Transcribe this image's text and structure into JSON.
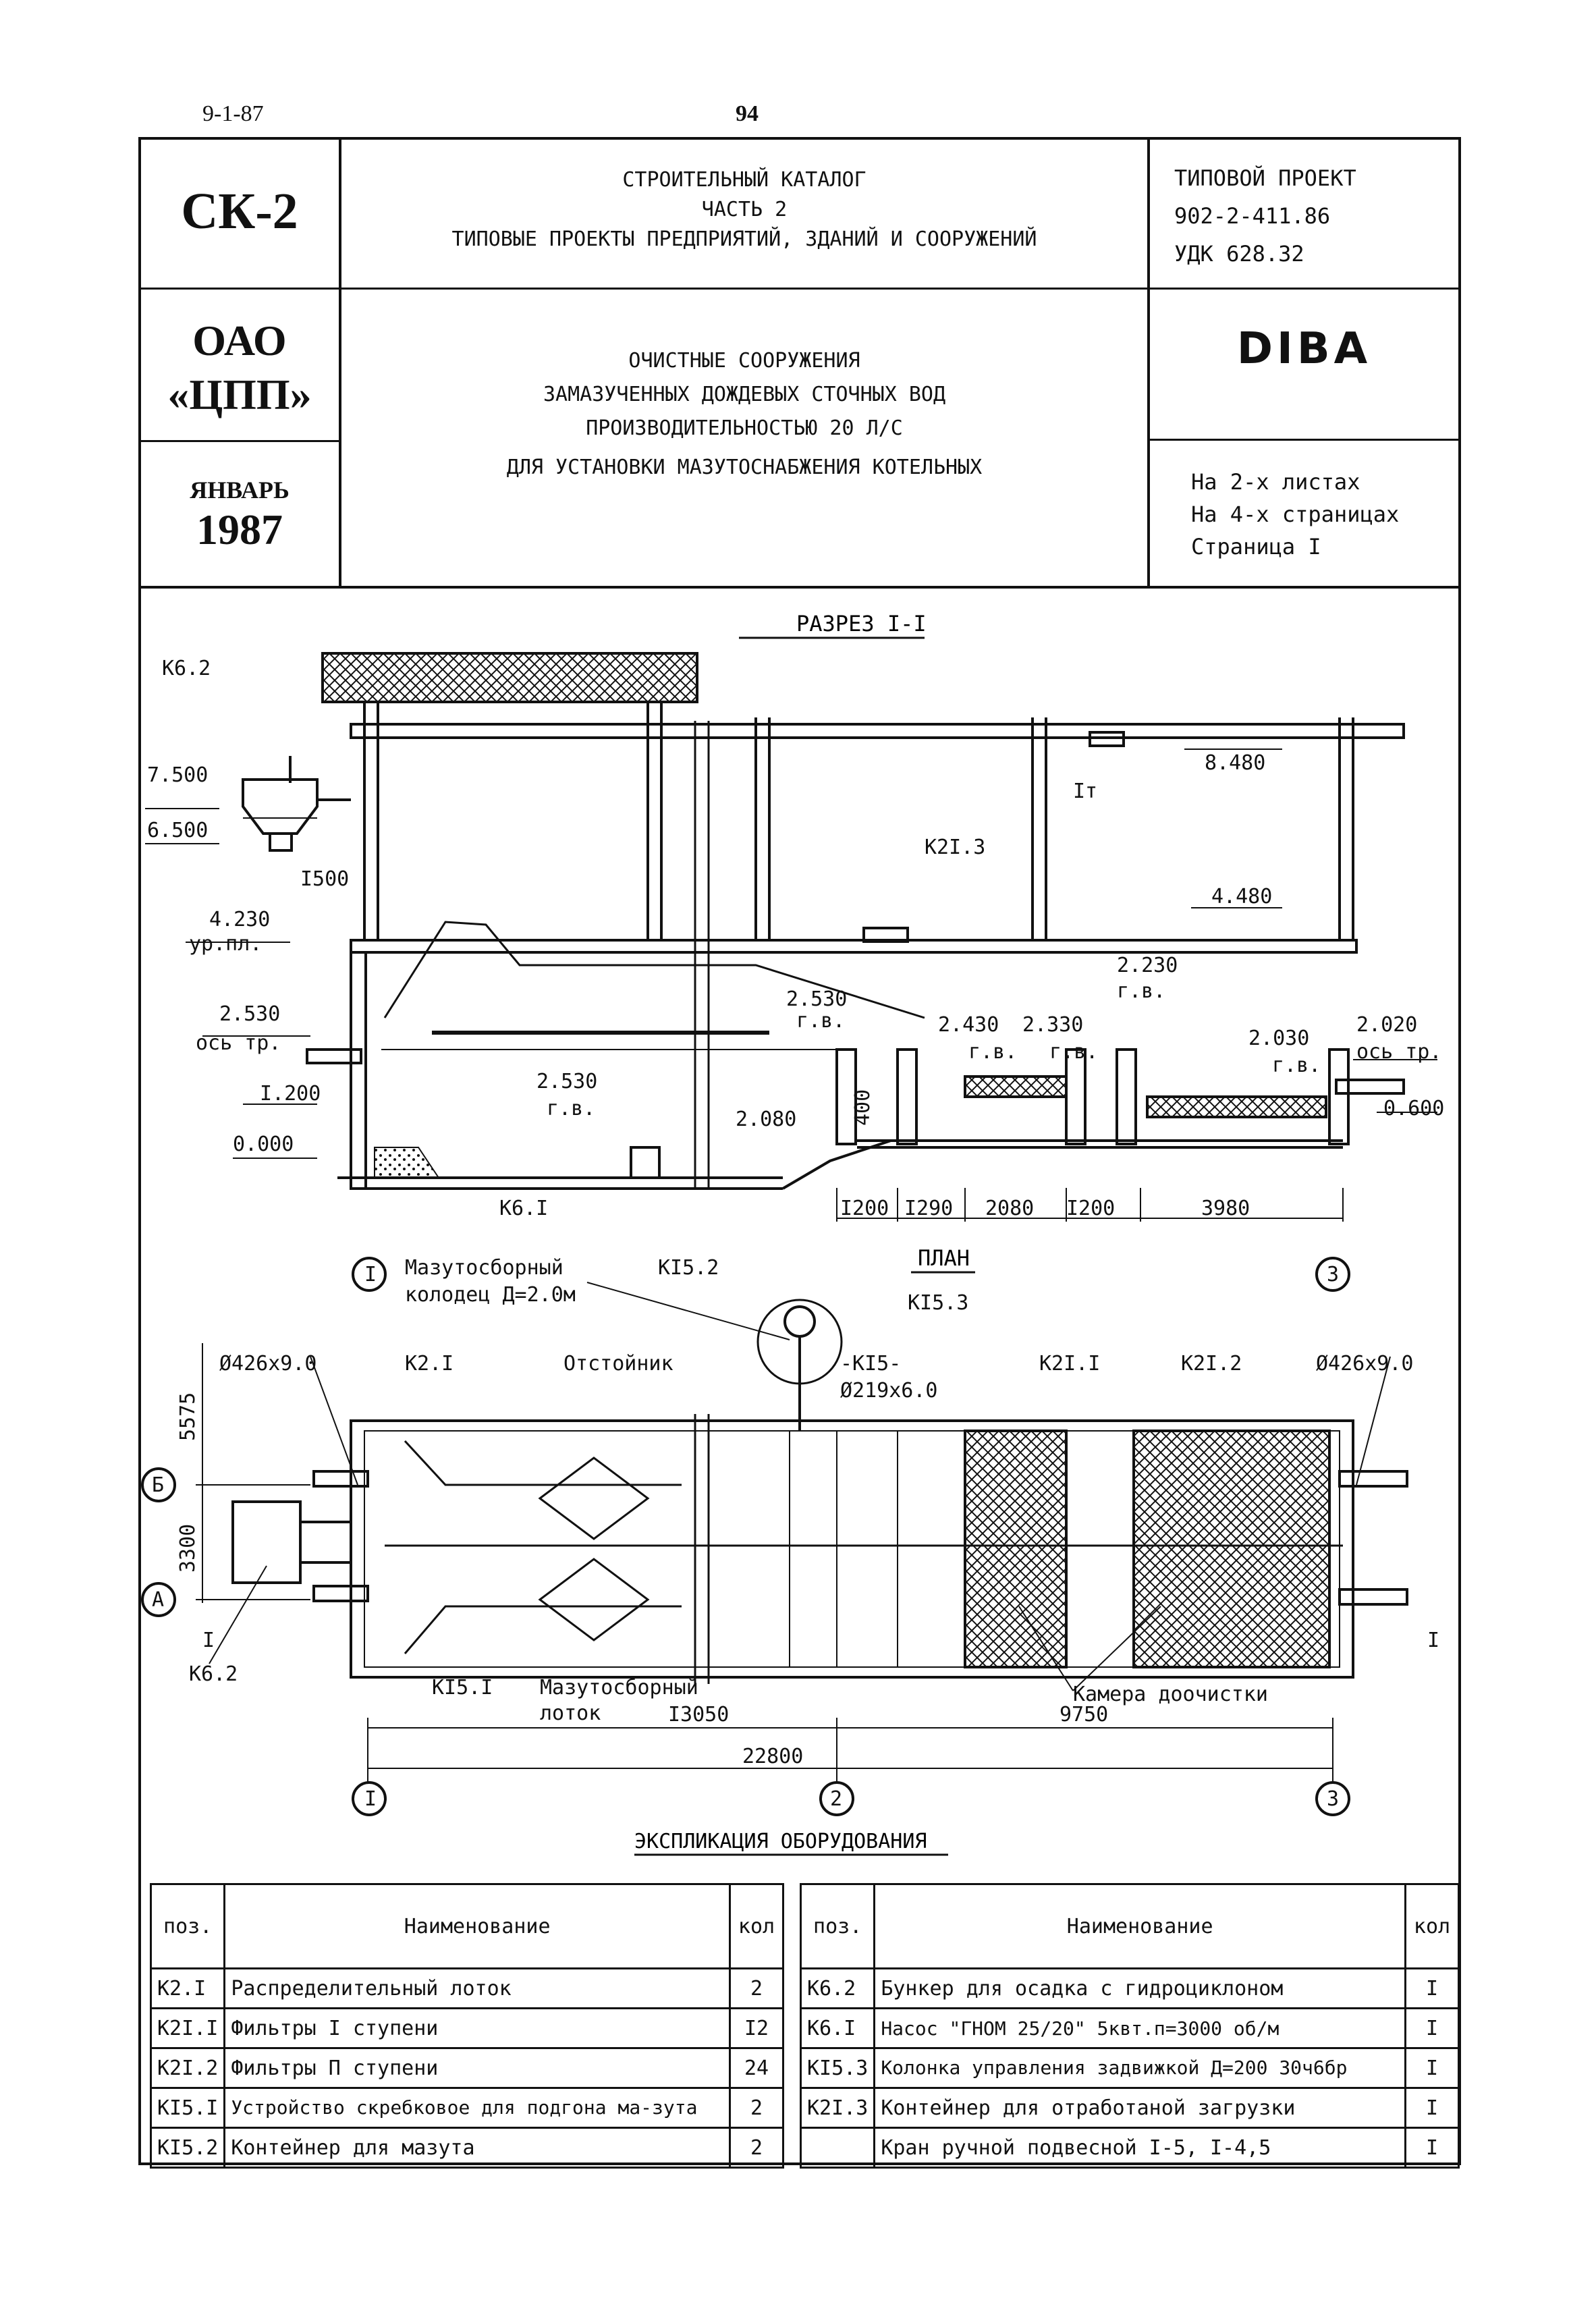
{
  "top": {
    "code": "9-1-87",
    "page": "94"
  },
  "header": {
    "series": "СК-2",
    "catalog_lines": [
      "СТРОИТЕЛЬНЫЙ КАТАЛОГ",
      "ЧАСТЬ 2",
      "ТИПОВЫЕ ПРОЕКТЫ ПРЕДПРИЯТИЙ, ЗДАНИЙ И СООРУЖЕНИЙ"
    ],
    "project_label": "ТИПОВОЙ ПРОЕКТ",
    "project_number": "902-2-411.86",
    "udk": "УДК 628.32",
    "org_line1": "ОАО",
    "org_line2": "«ЦПП»",
    "title_lines": [
      "ОЧИСТНЫЕ СООРУЖЕНИЯ",
      "ЗАМАЗУЧЕННЫХ ДОЖДЕВЫХ СТОЧНЫХ ВОД",
      "ПРОИЗВОДИТЕЛЬНОСТЬЮ 20 Л/С",
      "ДЛЯ УСТАНОВКИ МАЗУТОСНАБЖЕНИЯ КОТЕЛЬНЫХ"
    ],
    "code_stamp": "DIBA",
    "month": "ЯНВАРЬ",
    "year": "1987",
    "sheets_lines": [
      "На 2-х листах",
      "На 4-х страницах",
      "Страница I"
    ]
  },
  "section": {
    "title": "РАЗРЕЗ I-I",
    "labels": {
      "k62": "К6.2",
      "e7500": "7.500",
      "e6500": "6.500",
      "d1500": "I500",
      "e4230": "4.230",
      "urpl": "ур.пл.",
      "e2530a": "2.530",
      "os_tr": "ось тр.",
      "e1200": "I.200",
      "e0000": "0.000",
      "k61": "К6.I",
      "e8480": "8.480",
      "crane": "Iт",
      "k213": "К2I.3",
      "e4480": "4.480",
      "e2230": "2.230",
      "gv1": "г.в.",
      "e2530b": "2.530",
      "gv2": "г.в.",
      "e2430": "2.430",
      "e2330": "2.330",
      "gv3": "г.в.",
      "gv4": "г.в.",
      "e2030": "2.030",
      "gv5": "г.в.",
      "e2020": "2.020",
      "os_tr2": "ось тр.",
      "e0600": "0.600",
      "e2530c": "2.530",
      "gv6": "г.в.",
      "e2080": "2.080",
      "d400": "400"
    },
    "dims": [
      "I200",
      "I290",
      "2080",
      "I200",
      "3980"
    ]
  },
  "plan": {
    "title": "ПЛАН",
    "labels": {
      "axis1": "I",
      "axis3": "3",
      "axis2": "2",
      "axisB": "Б",
      "axisA": "А",
      "well1": "Мазутосборный",
      "well2": "колодец Д=2.0м",
      "k152": "КI5.2",
      "k153": "КI5.3",
      "pipe1": "Ø426x9.0",
      "k21": "К2.I",
      "settler": "Отстойник",
      "k15pipe": "-КI5-",
      "pipe219": "Ø219x6.0",
      "k211": "К2I.I",
      "k212": "К2I.2",
      "pipe2": "Ø426x9.0",
      "d5575": "5575",
      "d3300": "3300",
      "cutI": "I",
      "cutI2": "I",
      "k62": "К6.2",
      "k151": "КI5.I",
      "tray1": "Мазутосборный",
      "tray2": "лоток",
      "chamber": "Камера доочистки",
      "d13050": "I3050",
      "d9750": "9750",
      "d22800": "22800"
    }
  },
  "explication": {
    "title": "ЭКСПЛИКАЦИЯ ОБОРУДОВАНИЯ",
    "headers": {
      "pos": "поз.",
      "name": "Наименование",
      "qty": "кол"
    },
    "left": [
      {
        "pos": "К2.I",
        "name": "Распределительный лоток",
        "qty": "2"
      },
      {
        "pos": "К2I.I",
        "name": "Фильтры I ступени",
        "qty": "I2"
      },
      {
        "pos": "К2I.2",
        "name": "Фильтры П ступени",
        "qty": "24"
      },
      {
        "pos": "КI5.I",
        "name": "Устройство скребковое для подгона ма-зута",
        "qty": "2"
      },
      {
        "pos": "КI5.2",
        "name": "Контейнер для мазута",
        "qty": "2"
      }
    ],
    "right": [
      {
        "pos": "К6.2",
        "name": "Бункер для осадка с гидроциклоном",
        "qty": "I"
      },
      {
        "pos": "К6.I",
        "name": "Насос \"ГНОМ 25/20\" 5квт.п=3000 об/м",
        "qty": "I"
      },
      {
        "pos": "КI5.3",
        "name": "Колонка управления задвижкой Д=200 30ч6бр",
        "qty": "I"
      },
      {
        "pos": "К2I.3",
        "name": "Контейнер для отработаной загрузки",
        "qty": "I"
      },
      {
        "pos": "",
        "name": "Кран ручной подвесной I-5, I-4,5",
        "qty": "I"
      }
    ]
  }
}
